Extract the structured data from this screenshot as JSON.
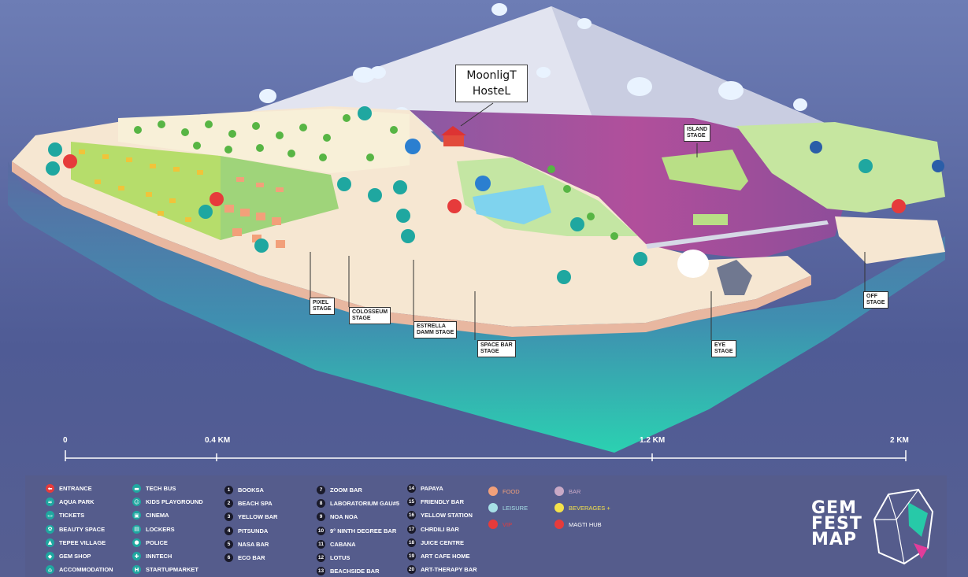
{
  "callout": {
    "text": "MoonligT\nHosteL"
  },
  "stages": [
    {
      "id": "island",
      "text": "ISLAND\nSTAGE"
    },
    {
      "id": "pixel",
      "text": "PIXEL\nSTAGE"
    },
    {
      "id": "colosseum",
      "text": "COLOSSEUM\nSTAGE"
    },
    {
      "id": "estrella",
      "text": "ESTRELLA\nDAMM STAGE"
    },
    {
      "id": "spacebar",
      "text": "SPACE  BAR\nSTAGE"
    },
    {
      "id": "eye",
      "text": "EYE\nSTAGE"
    },
    {
      "id": "off",
      "text": "OFF\nSTAGE"
    }
  ],
  "scale": {
    "labels": [
      "0",
      "0.4 KM",
      "1.2 KM",
      "2 KM"
    ]
  },
  "legend": {
    "icons_col1": [
      {
        "icon": "entrance-icon",
        "glyph": "⬅",
        "label": "ENTRANCE",
        "red": true
      },
      {
        "icon": "aqua-park-icon",
        "glyph": "≈",
        "label": "AQUA PARK"
      },
      {
        "icon": "tickets-icon",
        "glyph": "▭",
        "label": "TICKETS"
      },
      {
        "icon": "beauty-space-icon",
        "glyph": "✿",
        "label": "BEAUTY SPACE"
      },
      {
        "icon": "tepee-village-icon",
        "glyph": "▲",
        "label": "TEPEE VILLAGE"
      },
      {
        "icon": "gem-shop-icon",
        "glyph": "◆",
        "label": "GEM SHOP"
      },
      {
        "icon": "accommodation-icon",
        "glyph": "⌂",
        "label": "ACCOMMODATION"
      }
    ],
    "icons_col2": [
      {
        "icon": "tech-bus-icon",
        "glyph": "▬",
        "label": "TECH BUS"
      },
      {
        "icon": "kids-playground-icon",
        "glyph": "☺",
        "label": "KIDS PLAYGROUND"
      },
      {
        "icon": "cinema-icon",
        "glyph": "▣",
        "label": "CINEMA"
      },
      {
        "icon": "lockers-icon",
        "glyph": "▤",
        "label": "LOCKERS"
      },
      {
        "icon": "police-icon",
        "glyph": "●",
        "label": "POLICE"
      },
      {
        "icon": "inntech-icon",
        "glyph": "✚",
        "label": "INNTECH"
      },
      {
        "icon": "startupmarket-icon",
        "glyph": "H",
        "label": "STARTUPMARKET"
      }
    ],
    "bars_col1": [
      {
        "n": "1",
        "label": "BOOKSA"
      },
      {
        "n": "2",
        "label": "BEACH SPA"
      },
      {
        "n": "3",
        "label": "YELLOW BAR"
      },
      {
        "n": "4",
        "label": "PITSUNDA"
      },
      {
        "n": "5",
        "label": "NASA BAR"
      },
      {
        "n": "6",
        "label": "ECO BAR"
      }
    ],
    "bars_col2": [
      {
        "n": "7",
        "label": "ZOOM BAR"
      },
      {
        "n": "8",
        "label": "LABORATORIUM GAU#5"
      },
      {
        "n": "9",
        "label": "NOA NOA"
      },
      {
        "n": "10",
        "label": "9° NINTH DEGREE BAR"
      },
      {
        "n": "11",
        "label": "CABANA"
      },
      {
        "n": "12",
        "label": "LOTUS"
      },
      {
        "n": "13",
        "label": "BEACHSIDE BAR"
      }
    ],
    "bars_col3": [
      {
        "n": "14",
        "label": "PAPAYA"
      },
      {
        "n": "15",
        "label": "FRIENDLY BAR"
      },
      {
        "n": "16",
        "label": "YELLOW STATION"
      },
      {
        "n": "17",
        "label": "CHRDILI BAR"
      },
      {
        "n": "18",
        "label": "JUICE CENTRE"
      },
      {
        "n": "19",
        "label": "ART CAFE HOME"
      },
      {
        "n": "20",
        "label": "ART-THERAPY BAR"
      }
    ],
    "categories_col1": [
      {
        "label": "FOOD",
        "color": "#f2a07a"
      },
      {
        "label": "LEISURE",
        "color": "#a7e0e6"
      },
      {
        "label": "VIP",
        "color": "#e63b3b"
      }
    ],
    "categories_col2": [
      {
        "label": "BAR",
        "color": "#c9a9c6"
      },
      {
        "label": "BEVERAGES +",
        "color": "#f4e24a"
      },
      {
        "label": "MAGTI HUB",
        "color": "#e63b3b"
      }
    ],
    "brand": "GEM\nFEST\nMAP"
  },
  "colors": {
    "sky": "#6c7ab0",
    "mountain": "#dfe1ee",
    "sea_pink": "#b3509b",
    "sea_teal": "#27c9a8",
    "sand": "#f5e6d0",
    "grass": "#a8d86b",
    "legend": "#555c8c"
  }
}
